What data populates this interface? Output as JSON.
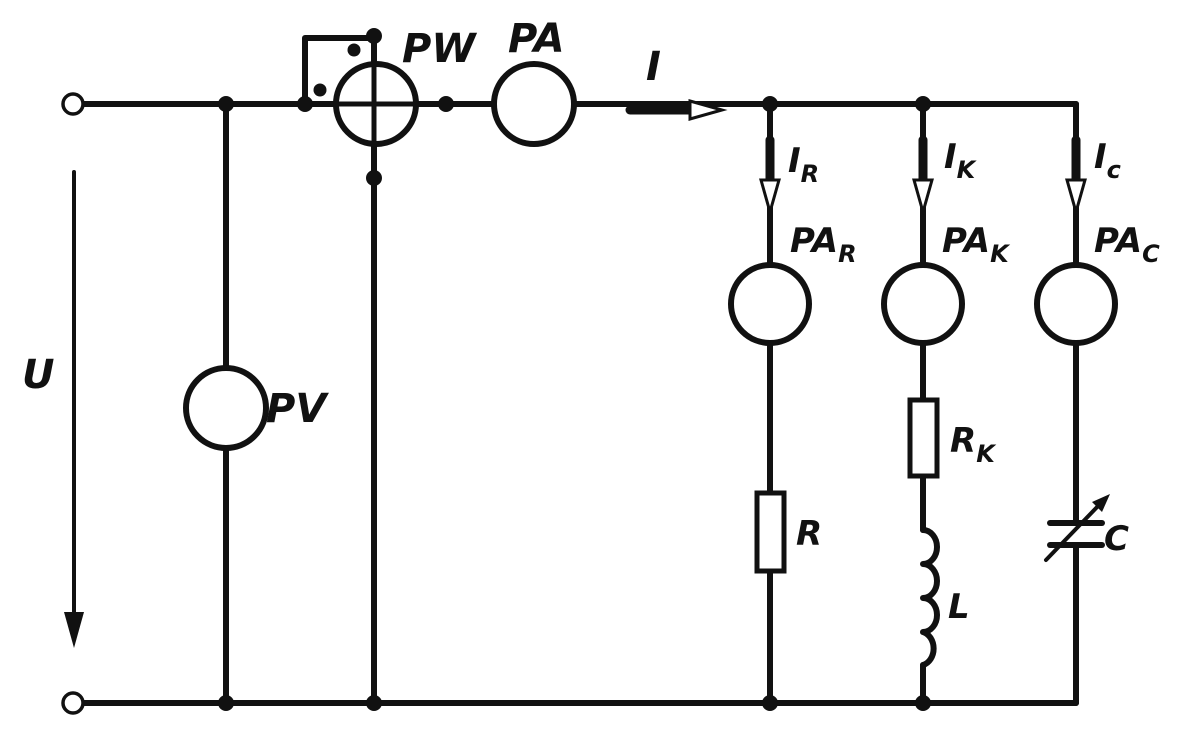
{
  "labels": {
    "pw": "PW",
    "pa": "PA",
    "pv": "PV",
    "u": "U",
    "i": "I",
    "i_r_main": "I",
    "i_r_sub": "R",
    "i_k_main": "I",
    "i_k_sub": "K",
    "i_c_main": "I",
    "i_c_sub": "c",
    "pa_r_main": "PA",
    "pa_r_sub": "R",
    "pa_k_main": "PA",
    "pa_k_sub": "K",
    "pa_c_main": "PA",
    "pa_c_sub": "C",
    "r_k_main": "R",
    "r_k_sub": "K",
    "r": "R",
    "l": "L",
    "c": "C"
  },
  "colors": {
    "ink": "#111111",
    "paper": "#ffffff"
  }
}
